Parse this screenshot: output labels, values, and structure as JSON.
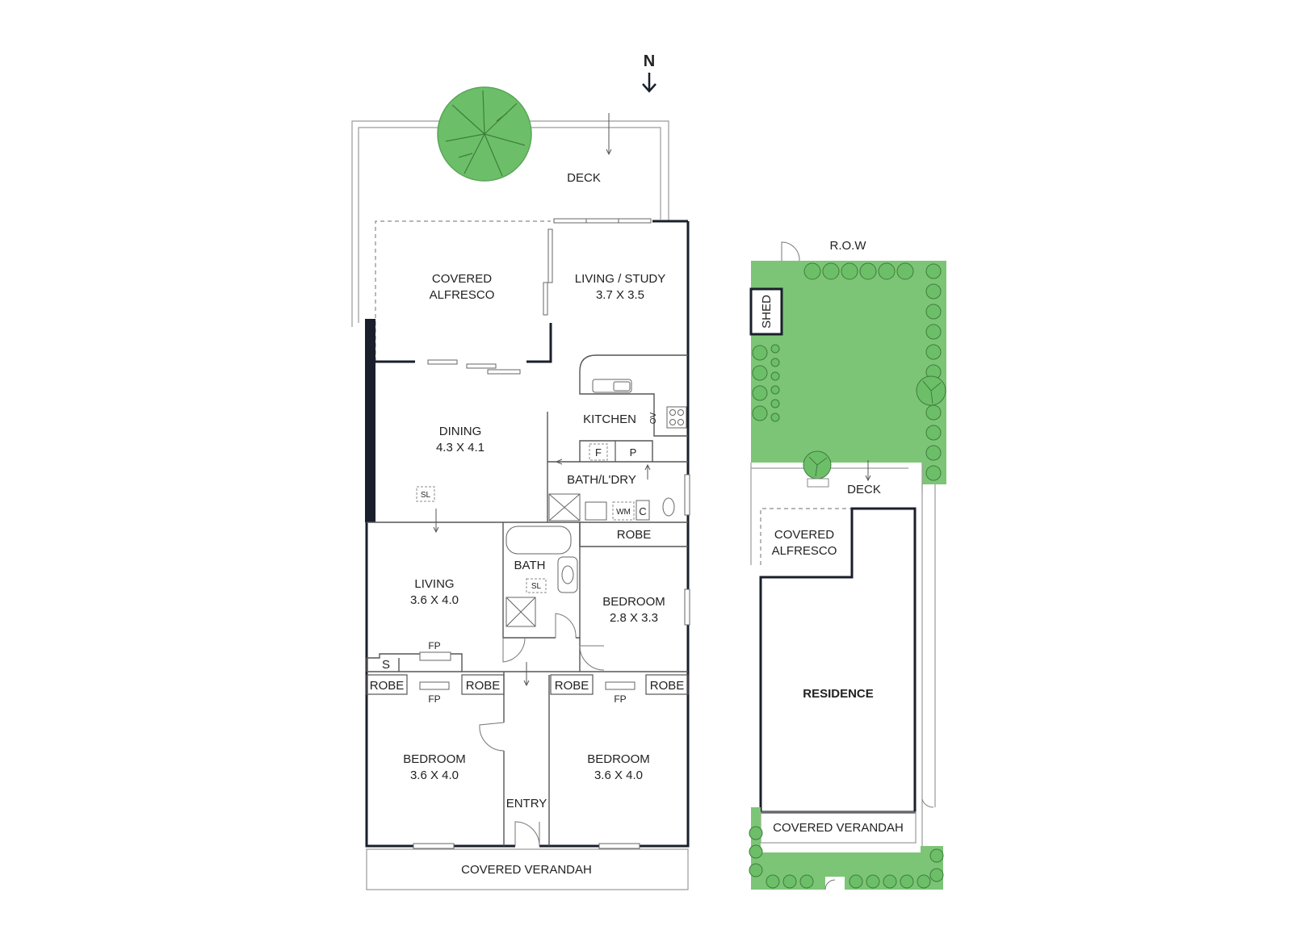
{
  "colors": {
    "wall": "#1a1f2b",
    "garden_green": "#7cc576",
    "tree_green": "#6cbf68",
    "outline_gray": "#9a9a9a",
    "label_text": "#222222"
  },
  "compass": {
    "letter": "N",
    "icon": "north-arrow-icon"
  },
  "floor_plan": {
    "rooms": {
      "deck": {
        "name": "DECK"
      },
      "covered_alfresco": {
        "name_line1": "COVERED",
        "name_line2": "ALFRESCO"
      },
      "living_study": {
        "name": "LIVING / STUDY",
        "size": "3.7 X 3.5"
      },
      "kitchen": {
        "name": "KITCHEN"
      },
      "dining": {
        "name": "DINING",
        "size": "4.3 X 4.1"
      },
      "bath_laundry": {
        "name": "BATH/L'DRY"
      },
      "robe_top": {
        "name": "ROBE"
      },
      "bath": {
        "name": "BATH"
      },
      "living": {
        "name": "LIVING",
        "size": "3.6 X 4.0"
      },
      "bedroom_mid": {
        "name": "BEDROOM",
        "size": "2.8 X 3.3"
      },
      "bedroom_left": {
        "name": "BEDROOM",
        "size": "3.6 X 4.0"
      },
      "bedroom_right": {
        "name": "BEDROOM",
        "size": "3.6 X 4.0"
      },
      "entry": {
        "name": "ENTRY"
      },
      "covered_verandah": {
        "name": "COVERED VERANDAH"
      }
    },
    "fixtures": {
      "oven": "OV",
      "fridge": "F",
      "pantry": "P",
      "washing_machine": "WM",
      "cupboard": "C",
      "skylight": "SL",
      "fireplace": "FP",
      "storage": "S",
      "robe": "ROBE"
    }
  },
  "site_plan": {
    "row": "R.O.W",
    "shed": "SHED",
    "deck": "DECK",
    "covered_alfresco_line1": "COVERED",
    "covered_alfresco_line2": "ALFRESCO",
    "residence": "RESIDENCE",
    "covered_verandah": "COVERED VERANDAH"
  }
}
